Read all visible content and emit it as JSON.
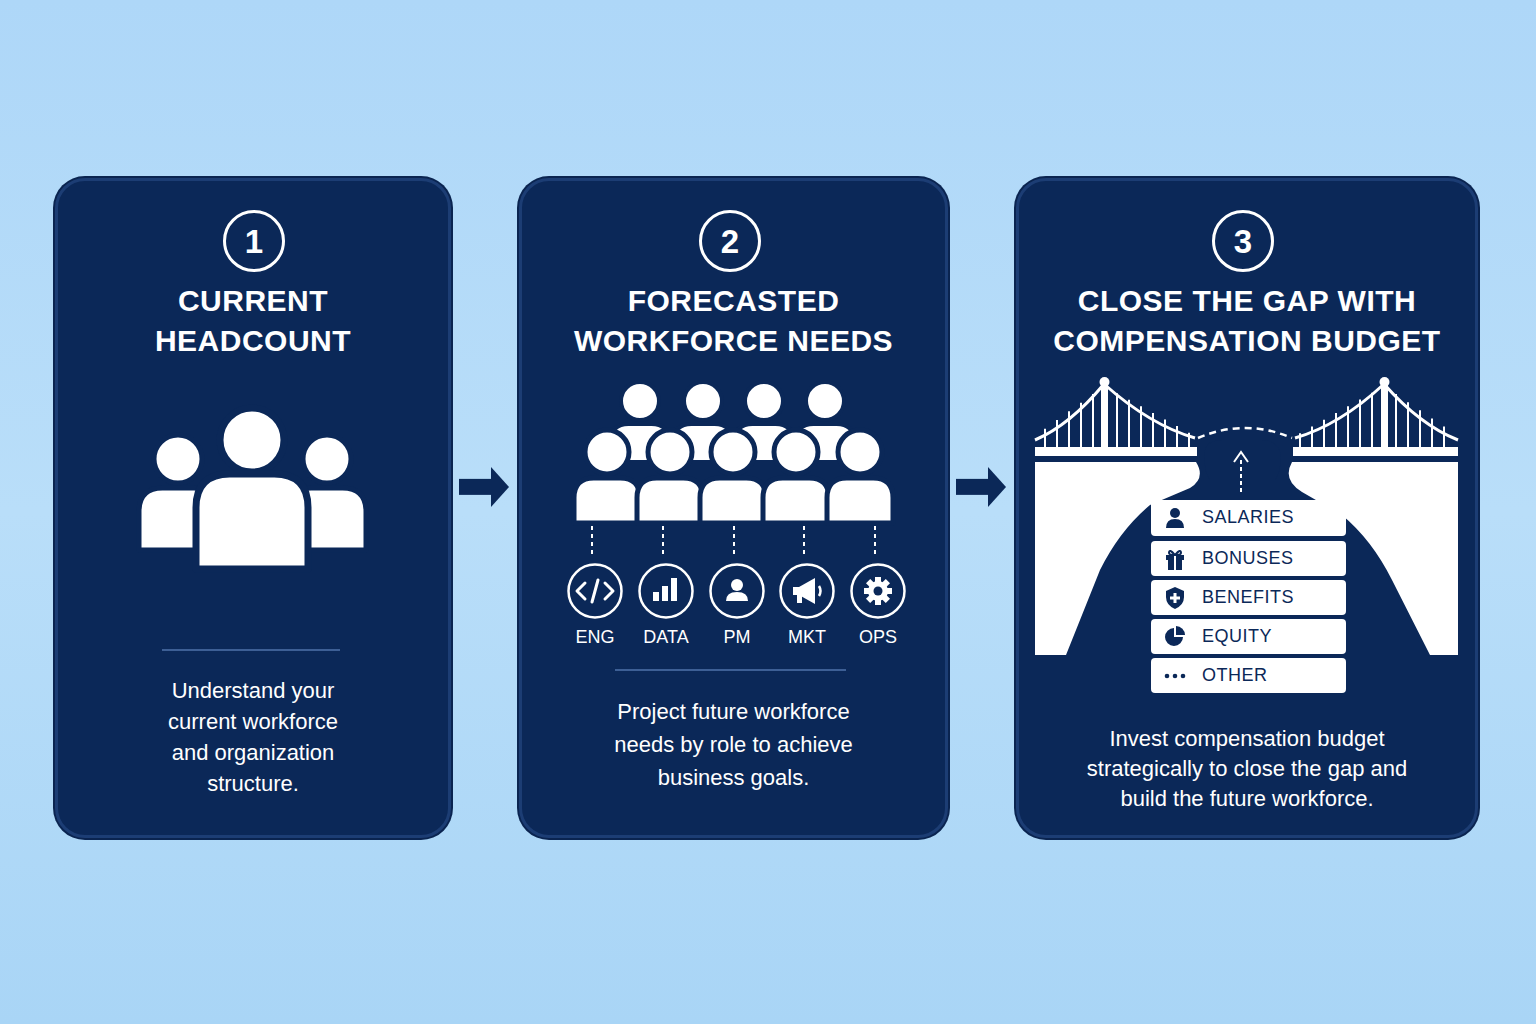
{
  "diagram": {
    "nodes": [
      {
        "text": [
          "CURRENT HEADCOUNT",
          "Understand your current workforce and organization structure."
        ]
      },
      {
        "text": [
          "1"
        ],
        "in": 0
      },
      {
        "text": [
          "FORECASTED WORKFORCE NEEDS",
          "Project future workforce needs by role to achieve business goals."
        ]
      },
      {
        "text": [
          "2"
        ],
        "in": 2
      },
      {
        "text": [
          "ENG"
        ],
        "in": 2
      },
      {
        "text": [
          "DATA"
        ],
        "in": 2
      },
      {
        "text": [
          "PM"
        ],
        "in": 2
      },
      {
        "text": [
          "MKT"
        ],
        "in": 2
      },
      {
        "text": [
          "OPS"
        ],
        "in": 2
      },
      {
        "text": [
          "CLOSE THE GAP WITH COMPENSATION BUDGET",
          "Invest compensation budget strategically to close the gap and build the future workforce."
        ]
      },
      {
        "text": [
          "3"
        ],
        "in": 9
      },
      {
        "text": [
          "SALARIES"
        ],
        "in": 9
      },
      {
        "text": [
          "BONUSES"
        ],
        "in": 9
      },
      {
        "text": [
          "BENEFITS"
        ],
        "in": 9
      },
      {
        "text": [
          "EQUITY"
        ],
        "in": 9
      },
      {
        "text": [
          "OTHER"
        ],
        "in": 9
      }
    ],
    "edges": [
      {
        "from": 0,
        "to": 2,
        "arrow": "to"
      },
      {
        "from": 2,
        "to": 9,
        "arrow": "to"
      }
    ]
  }
}
